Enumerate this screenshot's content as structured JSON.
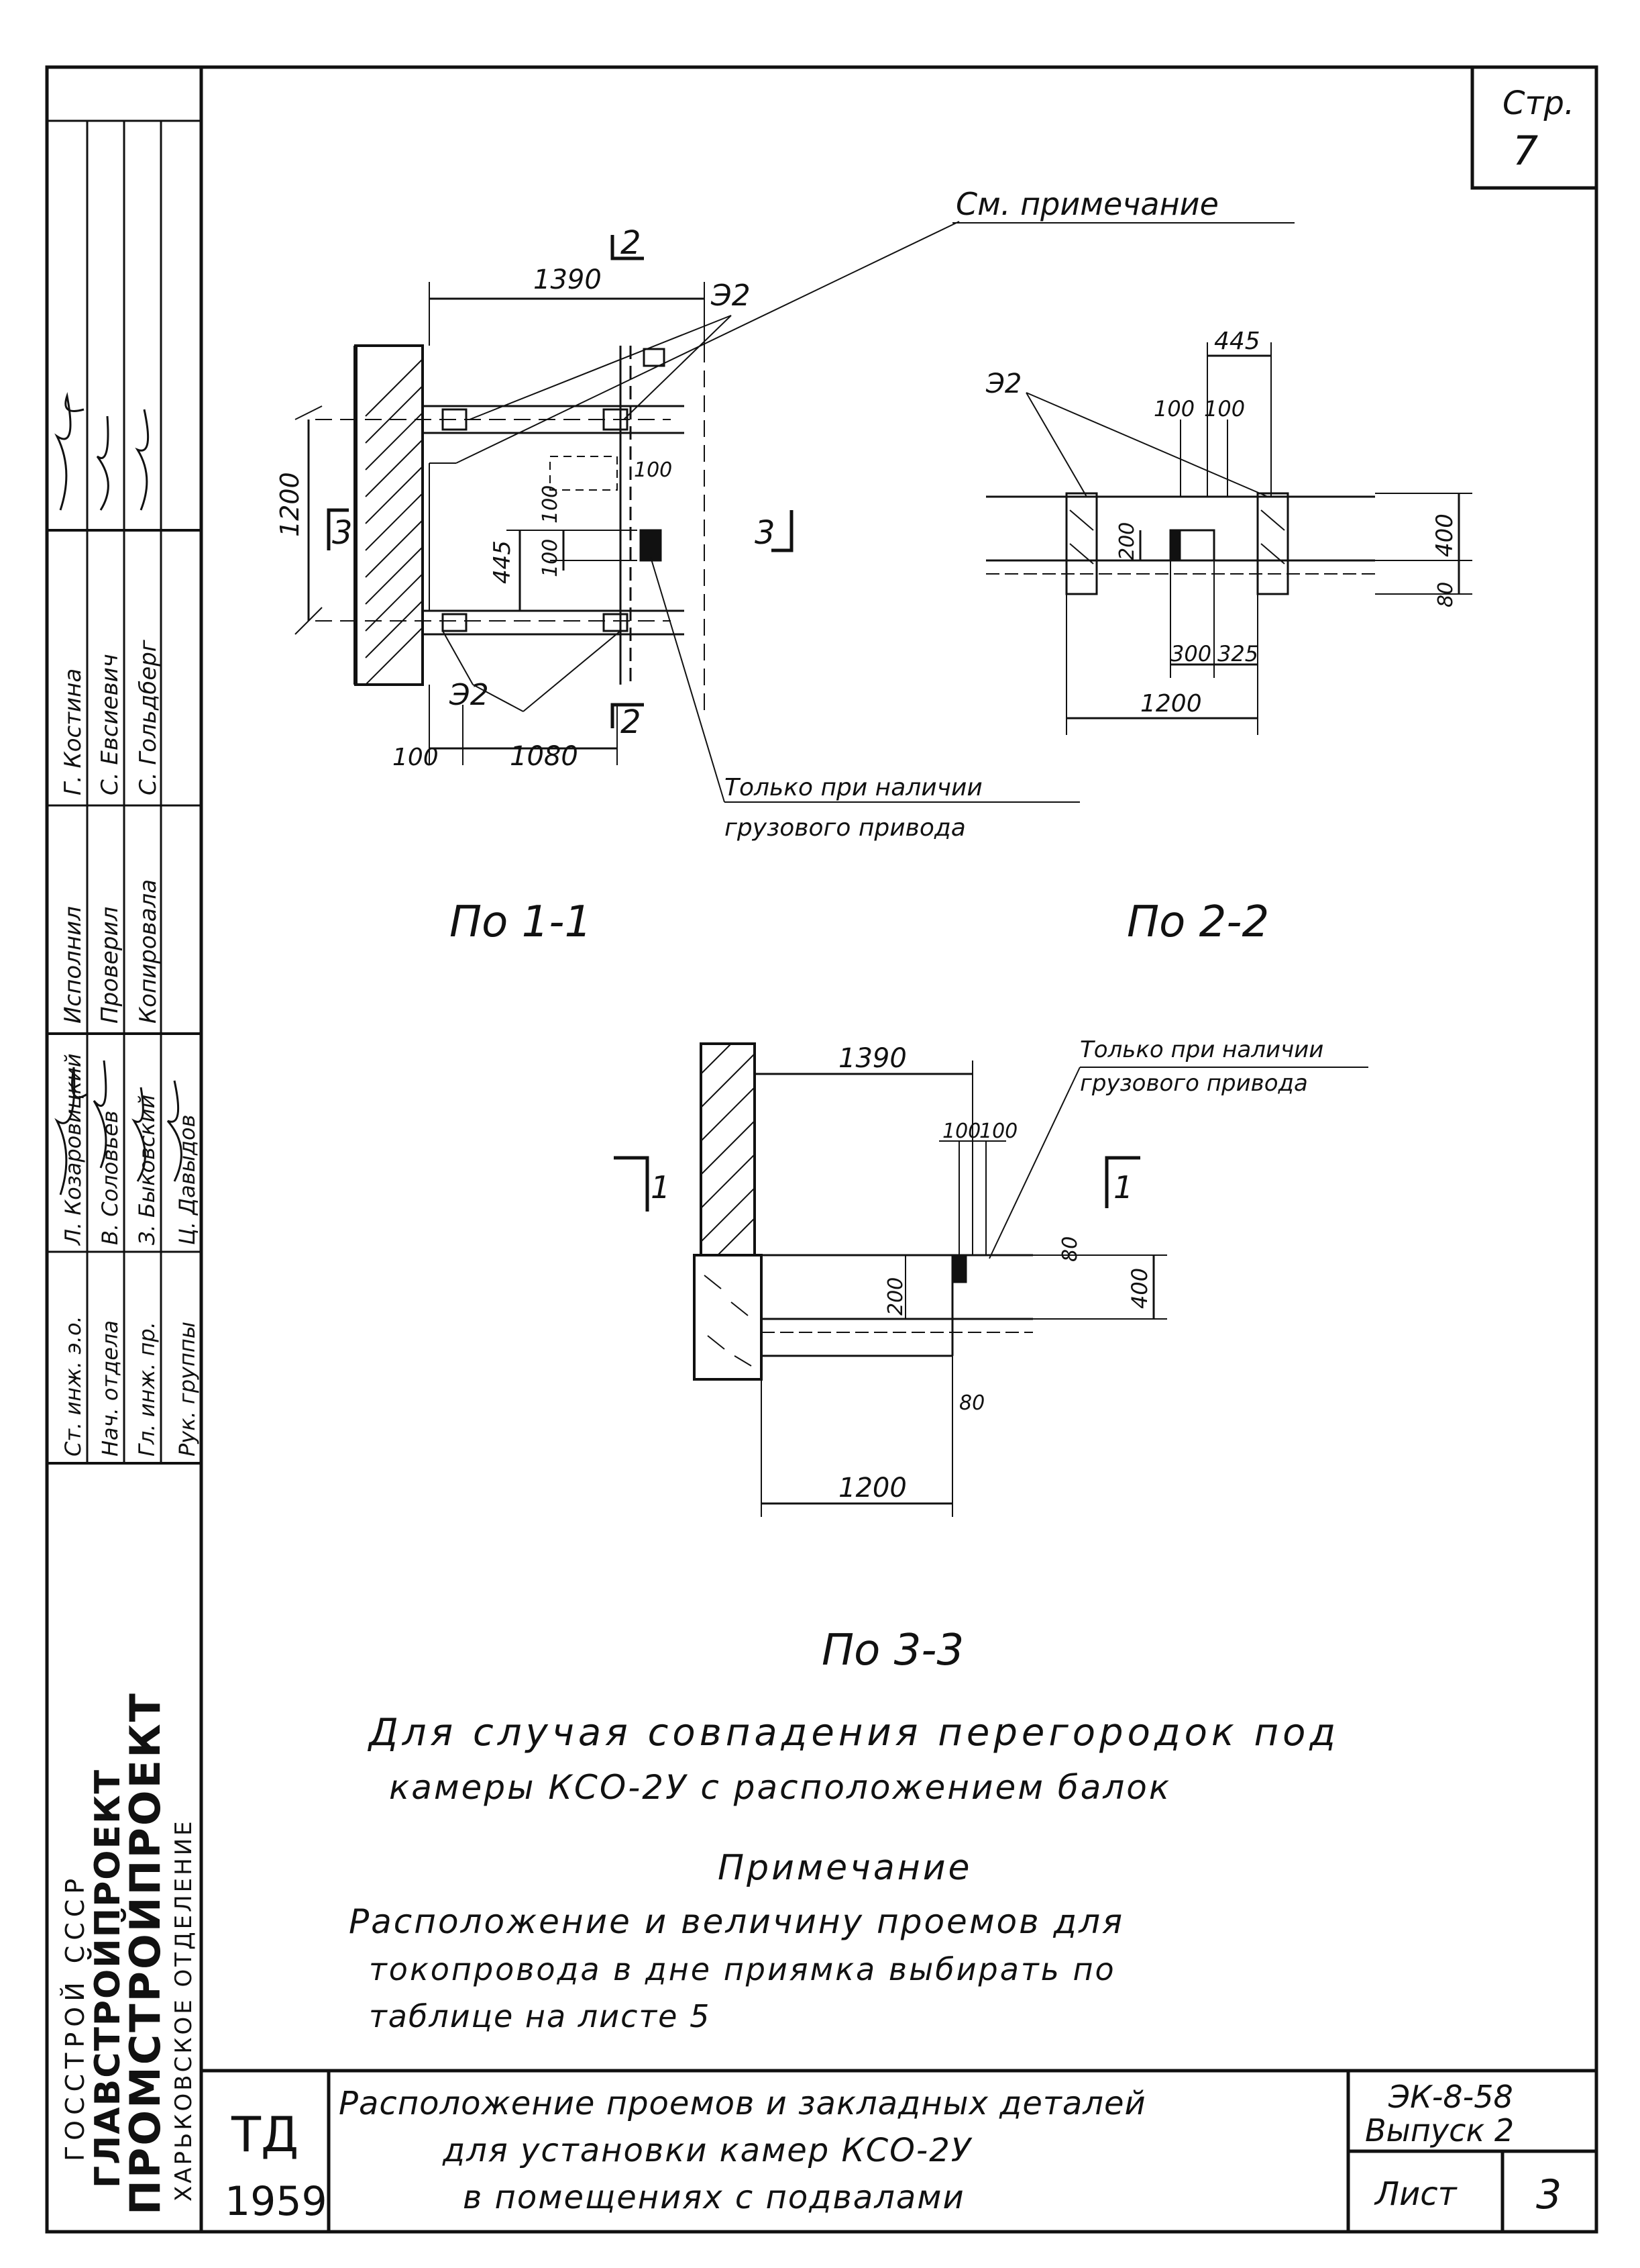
{
  "page_label": "Стр.",
  "page_number": "7",
  "view1": {
    "dim_top": "1390",
    "section_top": "2",
    "section_bottom": "2",
    "section_right": "3",
    "section_left": "3",
    "dim_left": "1200",
    "dim_445": "445",
    "dim_100_a": "100",
    "dim_100_b": "100",
    "dim_100_c": "100",
    "dim_bottom_100": "100",
    "dim_bottom_1080": "1080",
    "e2_top": "Э2",
    "e2_bottom": "Э2",
    "caption": "По 1-1"
  },
  "note_ref": "См. примечание",
  "cargo_note_line1": "Только при наличии",
  "cargo_note_line2": "грузового привода",
  "view2": {
    "e2": "Э2",
    "dim_445": "445",
    "dim_100a": "100",
    "dim_100b": "100",
    "dim_200": "200",
    "dim_400": "400",
    "dim_80": "80",
    "dim_300": "300",
    "dim_325": "325",
    "dim_1200": "1200",
    "caption": "По 2-2"
  },
  "view3": {
    "dim_1390": "1390",
    "dim_100a": "100",
    "dim_100b": "100",
    "cargo_line1": "Только при наличии",
    "cargo_line2": "грузового привода",
    "section_left": "1",
    "section_right": "1",
    "dim_80a": "80",
    "dim_400": "400",
    "dim_200": "200",
    "dim_80b": "80",
    "dim_1200": "1200",
    "caption": "По 3-3"
  },
  "heading_line1": "Для случая совпадения перегородок под",
  "heading_line2": "камеры КСО-2У с расположением балок",
  "note_title": "Примечание",
  "note_line1": "Расположение и величину проемов для",
  "note_line2": "токопровода в дне приямка выбирать по",
  "note_line3": "таблице на листе 5",
  "title_block": {
    "td": "ТД",
    "year": "1959",
    "title_line1": "Расположение проемов и закладных деталей",
    "title_line2": "для установки камер КСО-2У",
    "title_line3": "в помещениях с подвалами",
    "code": "ЭК-8-58",
    "issue": "Выпуск 2",
    "sheet_label": "Лист",
    "sheet_number": "3"
  },
  "side_stamp": {
    "org1": "ГОССТРОЙ СССР",
    "org2": "ГЛАВСТРОЙПРОЕКТ",
    "org3": "ПРОМСТРОЙПРОЕКТ",
    "org4": "ХАРЬКОВСКОЕ ОТДЕЛЕНИЕ",
    "roles": [
      "Ст. инж. э.о.",
      "Нач. отдела",
      "Гл. инж. пр.",
      "Рук. группы"
    ],
    "names": [
      "Л. Козаровицкий",
      "В. Соловьев",
      "З. Быковский",
      "Ц. Давыдов"
    ],
    "roles2": [
      "Исполнил",
      "Проверил",
      "Копировала"
    ],
    "names2": [
      "Г. Костина",
      "С. Евсиевич",
      "С. Гольдберг"
    ]
  }
}
